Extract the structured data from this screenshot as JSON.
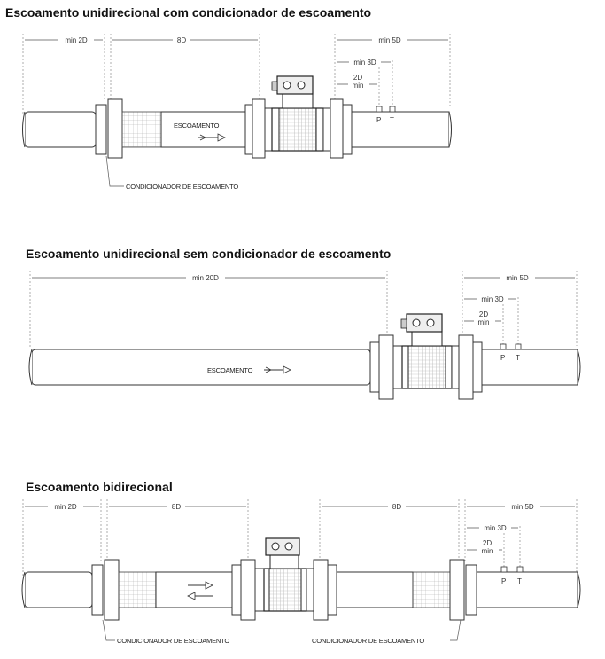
{
  "sections": [
    {
      "title": "Escoamento unidirecional com condicionador de escoamento",
      "dims": {
        "up": "min 2D",
        "mid": "8D",
        "down": "min 5D",
        "d3": "min 3D",
        "d2a": "2D",
        "d2b": "min"
      },
      "labels": {
        "flow": "ESCOAMENTO",
        "conditioner": "CONDICIONADOR DE ESCOAMENTO",
        "p": "P",
        "t": "T"
      }
    },
    {
      "title": "Escoamento unidirecional sem condicionador de escoamento",
      "dims": {
        "up": "min 20D",
        "down": "min 5D",
        "d3": "min 3D",
        "d2a": "2D",
        "d2b": "min"
      },
      "labels": {
        "flow": "ESCOAMENTO",
        "p": "P",
        "t": "T"
      }
    },
    {
      "title": "Escoamento bidirecional",
      "dims": {
        "up": "min 2D",
        "mid1": "8D",
        "mid2": "8D",
        "down": "min 5D",
        "d3": "min 3D",
        "d2a": "2D",
        "d2b": "min"
      },
      "labels": {
        "conditioner1": "CONDICIONADOR DE ESCOAMENTO",
        "conditioner2": "CONDICIONADOR DE ESCOAMENTO",
        "p": "P",
        "t": "T"
      }
    }
  ]
}
